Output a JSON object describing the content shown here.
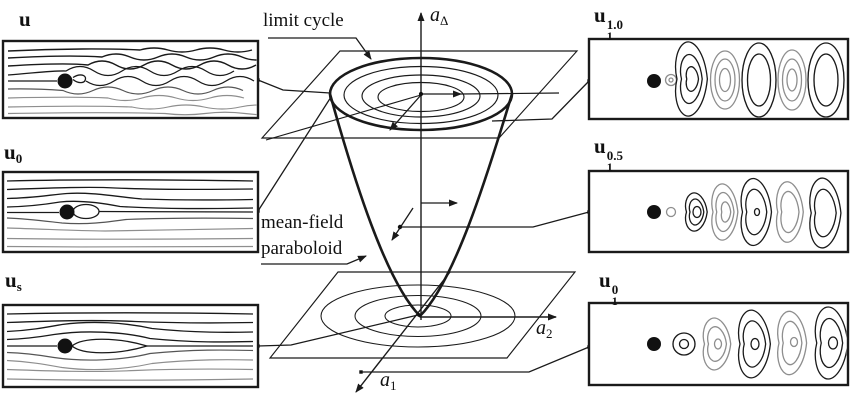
{
  "panels": {
    "left": [
      {
        "id": "u",
        "base": "u",
        "sub": "",
        "sup": ""
      },
      {
        "id": "u0",
        "base": "u",
        "sub": "0",
        "sup": ""
      },
      {
        "id": "us",
        "base": "u",
        "sub": "s",
        "sup": ""
      }
    ],
    "right": [
      {
        "id": "u1-1.0",
        "base": "u",
        "sub": "1",
        "sup": "1.0"
      },
      {
        "id": "u1-0.5",
        "base": "u",
        "sub": "1",
        "sup": "0.5"
      },
      {
        "id": "u1-0",
        "base": "u",
        "sub": "1",
        "sup": "0"
      }
    ]
  },
  "annotations": {
    "limit_cycle": "limit cycle",
    "mean_field_line1": "mean-field",
    "mean_field_line2": "paraboloid"
  },
  "axes": {
    "vertical_base": "a",
    "vertical_sub": "Δ",
    "a2_base": "a",
    "a2_sub": "2",
    "a1_base": "a",
    "a1_sub": "1"
  },
  "colors": {
    "ink": "#1a1a1a",
    "faint": "#8e8e8e",
    "background": "#ffffff"
  }
}
